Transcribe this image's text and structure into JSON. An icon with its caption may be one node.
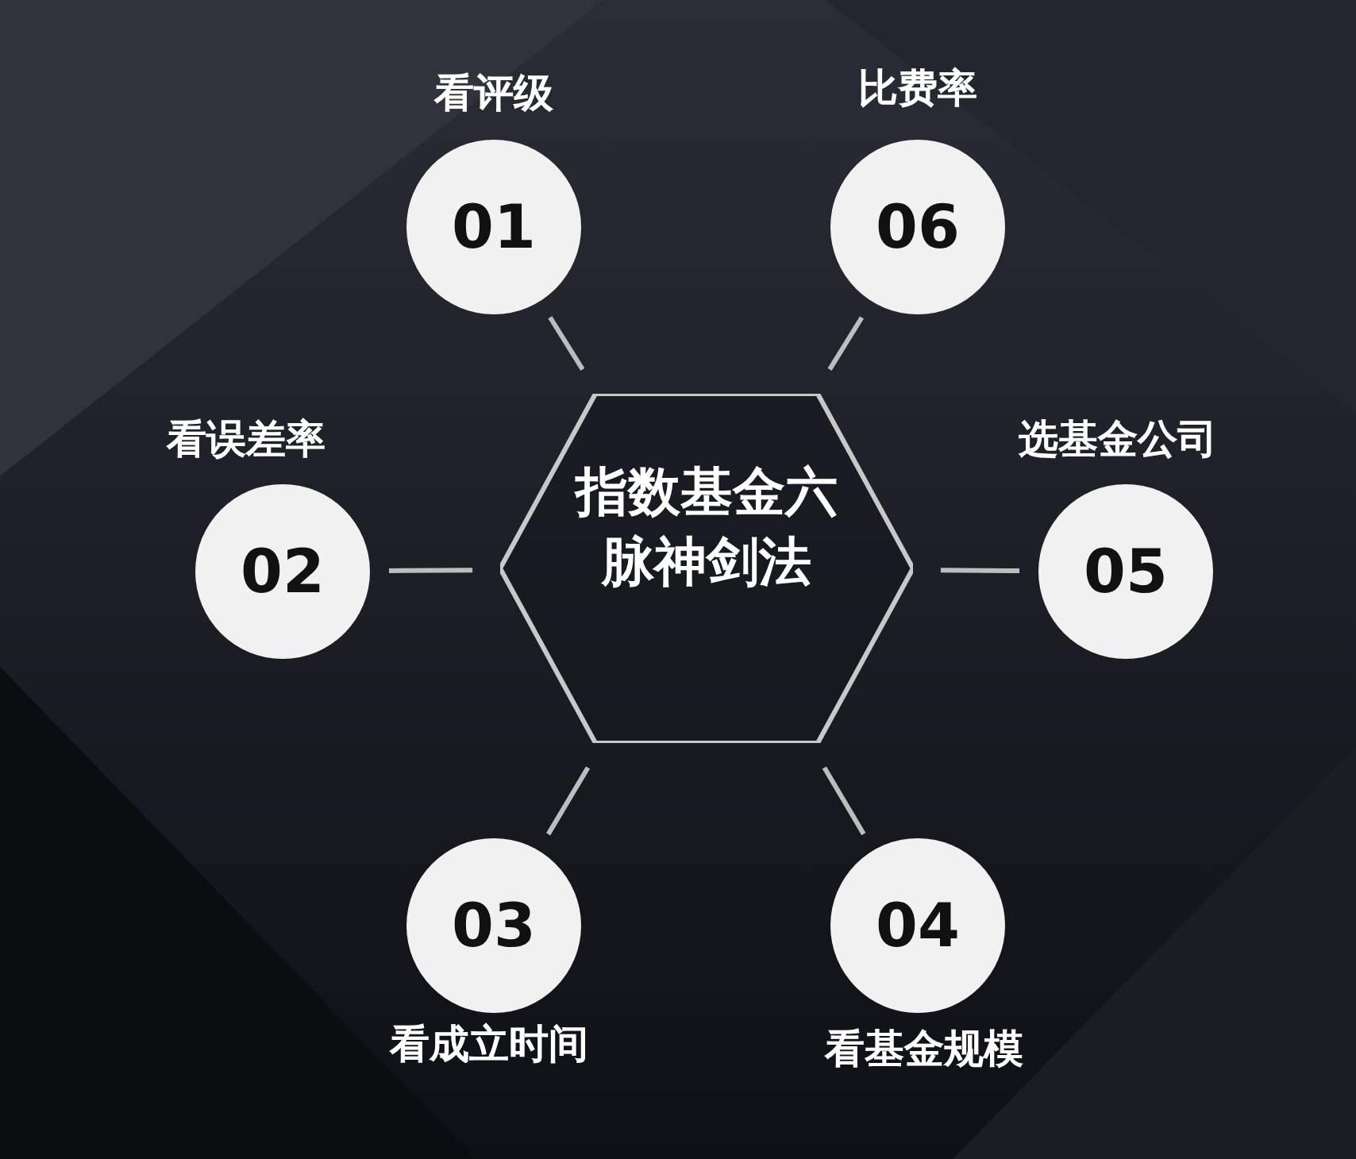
{
  "diagram": {
    "nodes": [
      {
        "text": [
          "看评级",
          "01"
        ]
      },
      {
        "text": [
          "比费率",
          "06"
        ]
      },
      {
        "text": [
          "看误差率",
          "02"
        ]
      },
      {
        "text": [
          "指数基金六脉神剑法"
        ]
      },
      {
        "text": [
          "选基金公司",
          "05"
        ]
      },
      {
        "text": [
          "03",
          "看成立时间"
        ]
      },
      {
        "text": [
          "04",
          "看基金规模"
        ]
      }
    ],
    "edges": [
      {
        "from": 3,
        "to": 0,
        "arrow": "none"
      },
      {
        "from": 3,
        "to": 1,
        "arrow": "none"
      },
      {
        "from": 3,
        "to": 2,
        "arrow": "none"
      },
      {
        "from": 3,
        "to": 4,
        "arrow": "none"
      },
      {
        "from": 3,
        "to": 5,
        "arrow": "none"
      },
      {
        "from": 3,
        "to": 6,
        "arrow": "none"
      }
    ]
  }
}
